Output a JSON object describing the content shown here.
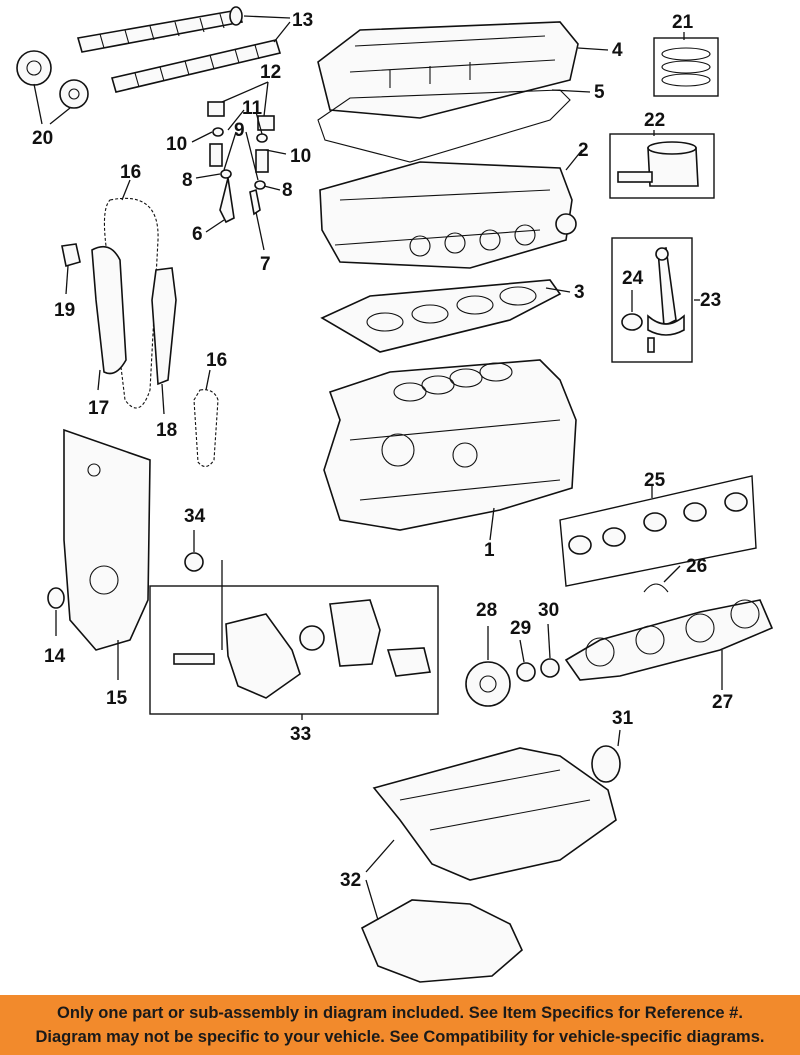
{
  "callouts": {
    "c1": "1",
    "c2": "2",
    "c3": "3",
    "c4": "4",
    "c5": "5",
    "c6": "6",
    "c7": "7",
    "c8a": "8",
    "c8b": "8",
    "c9": "9",
    "c10a": "10",
    "c10b": "10",
    "c11": "11",
    "c12": "12",
    "c13": "13",
    "c14": "14",
    "c15": "15",
    "c16a": "16",
    "c16b": "16",
    "c17": "17",
    "c18": "18",
    "c19": "19",
    "c20": "20",
    "c21": "21",
    "c22": "22",
    "c23": "23",
    "c24": "24",
    "c25": "25",
    "c26": "26",
    "c27": "27",
    "c28": "28",
    "c29": "29",
    "c30": "30",
    "c31": "31",
    "c32": "32",
    "c33": "33",
    "c34": "34"
  },
  "banner": {
    "line1": "Only one part or sub-assembly in diagram included. See Item Specifics for Reference #.",
    "line2": "Diagram may not be specific to your vehicle. See Compatibility for vehicle-specific diagrams.",
    "color": "#f28a2c"
  }
}
